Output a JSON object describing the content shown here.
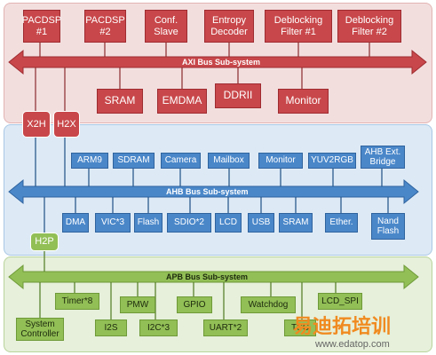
{
  "axi": {
    "bus_label": "AXI Bus Sub-system",
    "top_blocks": [
      {
        "line1": "PACDSP",
        "line2": "#1"
      },
      {
        "line1": "PACDSP",
        "line2": "#2"
      },
      {
        "line1": "Conf.",
        "line2": "Slave"
      },
      {
        "line1": "Entropy",
        "line2": "Decoder"
      },
      {
        "line1": "Deblocking",
        "line2": "Filter #1"
      },
      {
        "line1": "Deblocking",
        "line2": "Filter #2"
      }
    ],
    "bottom_blocks": [
      "SRAM",
      "EMDMA",
      "DDRII",
      "Monitor"
    ]
  },
  "bridges": {
    "x2h": "X2H",
    "h2x": "H2X",
    "h2p": "H2P"
  },
  "ahb": {
    "bus_label": "AHB Bus Sub-system",
    "top_blocks": [
      "ARM9",
      "SDRAM",
      "Camera",
      "Mailbox",
      "Monitor",
      "YUV2RGB"
    ],
    "ext_bridge": {
      "line1": "AHB Ext.",
      "line2": "Bridge"
    },
    "bottom_blocks": [
      "DMA",
      "VIC*3",
      "Flash",
      "SDIO*2",
      "LCD",
      "USB",
      "SRAM",
      "Ether."
    ],
    "nand": {
      "line1": "Nand",
      "line2": "Flash"
    }
  },
  "apb": {
    "bus_label": "APB Bus Sub-system",
    "upper_blocks": [
      "Timer*8",
      "PMW",
      "GPIO",
      "Watchdog",
      "LCD_SPI"
    ],
    "lower_blocks": [
      "I2S",
      "I2C*3",
      "UART*2",
      "TSC"
    ],
    "sys_ctrl": {
      "line1": "System",
      "line2": "Controller"
    }
  },
  "watermark": {
    "cn": "易迪拓培训",
    "url": "www.edatop.com"
  },
  "colors": {
    "axi_block": "#c8474a",
    "ahb_block": "#4a87c9",
    "apb_block": "#92bf56"
  }
}
